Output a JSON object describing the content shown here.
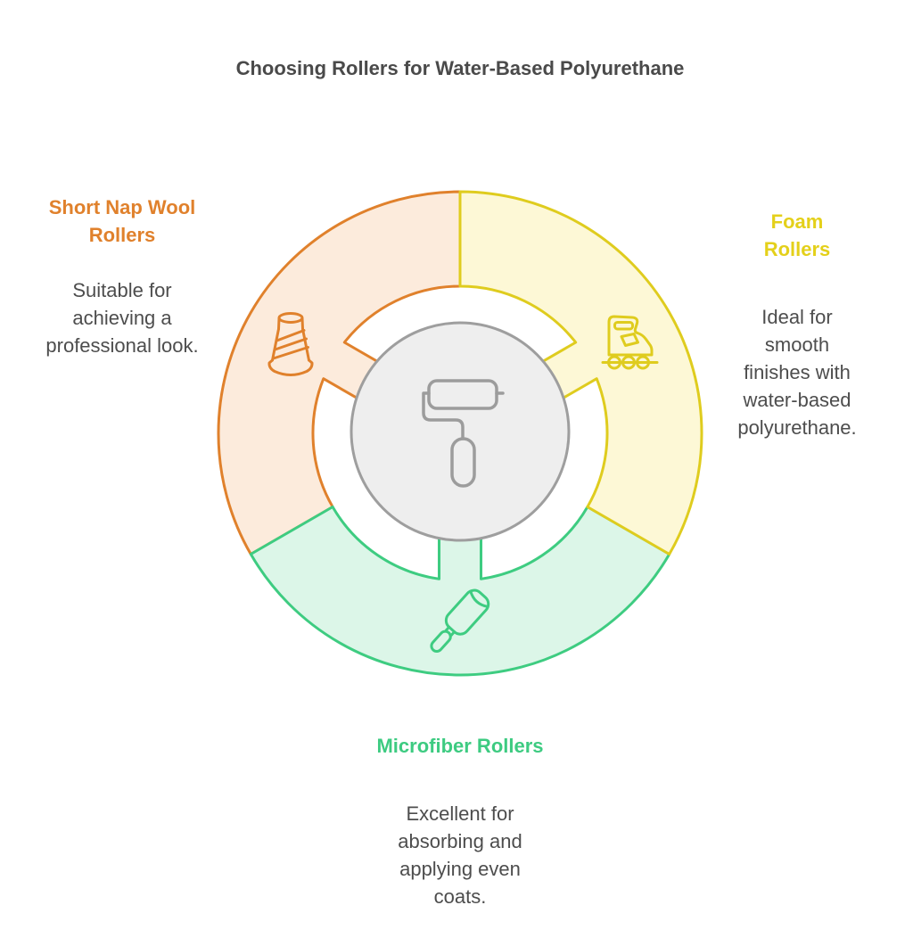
{
  "title": "Choosing Rollers for Water-Based Polyurethane",
  "diagram": {
    "type": "interlocking-donut",
    "segment_count": 3,
    "center": {
      "icon": "paint-roller-icon",
      "fill": "#EEEEEE",
      "stroke": "#9E9E9E"
    }
  },
  "segments": [
    {
      "name": "Short Nap Wool Rollers",
      "heading": "Short Nap Wool\nRollers",
      "description": "Suitable for\nachieving a\nprofessional look.",
      "icon": "thread-spool-icon",
      "position": "top-left",
      "fill": "#FCEBDC",
      "stroke": "#E0812C",
      "heading_color": "#E0812C"
    },
    {
      "name": "Foam Rollers",
      "heading": "Foam Rollers",
      "description": "Ideal for smooth\nfinishes with\nwater-based\npolyurethane.",
      "icon": "roller-skate-icon",
      "position": "top-right",
      "fill": "#FDF8D6",
      "stroke": "#DFCC1E",
      "heading_color": "#E4D01A"
    },
    {
      "name": "Microfiber Rollers",
      "heading": "Microfiber Rollers",
      "description": "Excellent for\nabsorbing and\napplying even\ncoats.",
      "icon": "lint-roller-icon",
      "position": "bottom",
      "fill": "#DCF6E8",
      "stroke": "#3ECC81",
      "heading_color": "#3DCB81"
    }
  ],
  "text_color": "#4A4A4A",
  "background": "#FFFFFF"
}
